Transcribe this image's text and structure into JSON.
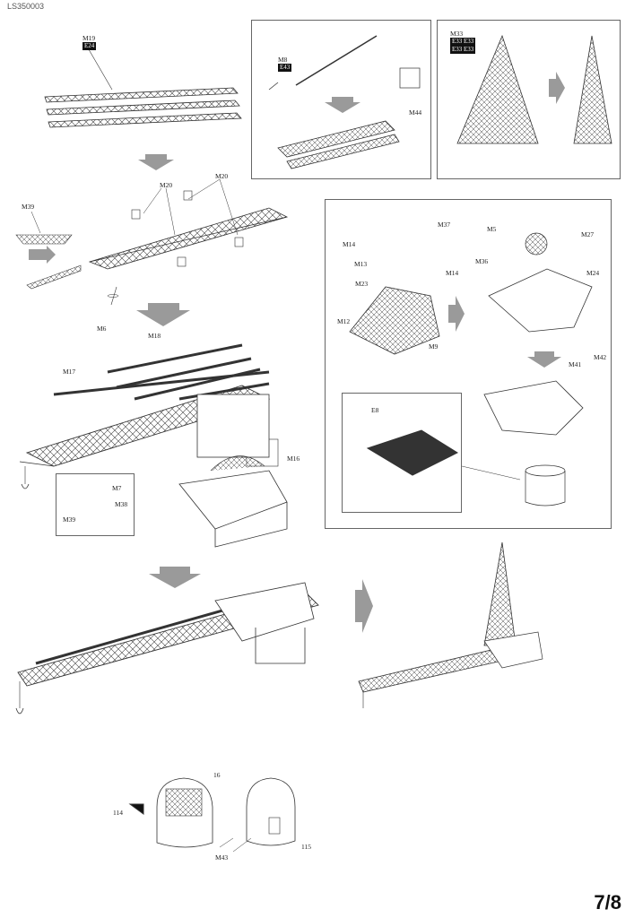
{
  "document": {
    "code": "LS350003",
    "page": "7/8"
  },
  "labels": {
    "m19": "M19",
    "t24": "E24",
    "m39": "M39",
    "m20a": "M20",
    "m20b": "M20",
    "m6": "M6",
    "m18": "M18",
    "m17": "M17",
    "m16": "M16",
    "m7": "M7",
    "m38": "M38",
    "m39b": "M39",
    "m8": "M8",
    "t43": "E43",
    "m44": "M44",
    "m33": "M33",
    "t33a": "E33 E33",
    "t33b": "E33 E33",
    "m14a": "M14",
    "m37": "M37",
    "m13": "M13",
    "m14b": "M14",
    "m23": "M23",
    "m12": "M12",
    "m9": "M9",
    "m5": "M5",
    "m27": "M27",
    "m36": "M36",
    "m24": "M24",
    "m41": "M41",
    "m42": "M42",
    "b8": "E8",
    "p16": "16",
    "p114": "114",
    "m43": "M43",
    "p115": "115"
  },
  "colors": {
    "line": "#333333",
    "arrow": "#9a9a9a",
    "frame": "#666666"
  }
}
